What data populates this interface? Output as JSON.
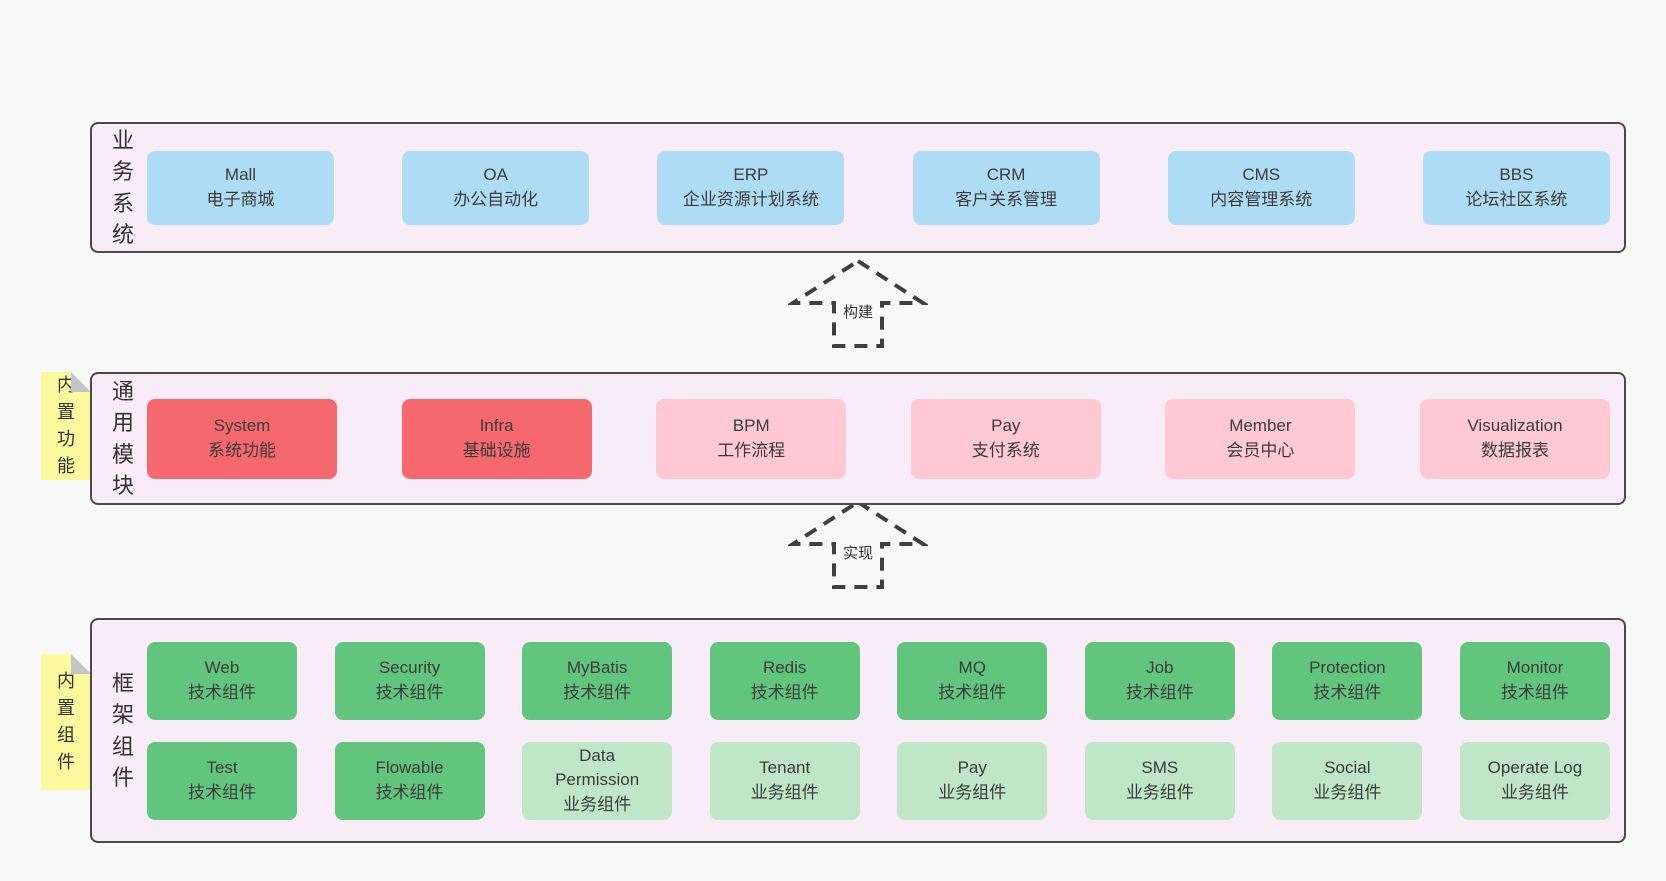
{
  "colors": {
    "page-bg": "#f8f8f8",
    "band-bg": "#f8edf6",
    "band-border": "#4a4a4a",
    "blue": "#aedcf5",
    "red": "#f5696e",
    "pink": "#fec9d2",
    "green": "#62c57d",
    "green-light": "#bfe6c6",
    "yellow": "#fbf99e",
    "fold-gray": "#c5c5c7",
    "text": "#3b3b3b",
    "arrow": "#3f3f3f"
  },
  "bands": {
    "business": {
      "label": "业务系统",
      "rows": [
        [
          {
            "name": "Mall",
            "desc": "电子商城"
          },
          {
            "name": "OA",
            "desc": "办公自动化"
          },
          {
            "name": "ERP",
            "desc": "企业资源计划系统"
          },
          {
            "name": "CRM",
            "desc": "客户关系管理"
          },
          {
            "name": "CMS",
            "desc": "内容管理系统"
          },
          {
            "name": "BBS",
            "desc": "论坛社区系统"
          }
        ]
      ]
    },
    "modules": {
      "label": "通用模块",
      "sticky": "内置功能",
      "rows": [
        [
          {
            "name": "System",
            "desc": "系统功能"
          },
          {
            "name": "Infra",
            "desc": "基础设施"
          },
          {
            "name": "BPM",
            "desc": "工作流程"
          },
          {
            "name": "Pay",
            "desc": "支付系统"
          },
          {
            "name": "Member",
            "desc": "会员中心"
          },
          {
            "name": "Visualization",
            "desc": "数据报表"
          }
        ]
      ]
    },
    "framework": {
      "label": "框架组件",
      "sticky": "内置组件",
      "rows": [
        [
          {
            "name": "Web",
            "desc": "技术组件"
          },
          {
            "name": "Security",
            "desc": "技术组件"
          },
          {
            "name": "MyBatis",
            "desc": "技术组件"
          },
          {
            "name": "Redis",
            "desc": "技术组件"
          },
          {
            "name": "MQ",
            "desc": "技术组件"
          },
          {
            "name": "Job",
            "desc": "技术组件"
          },
          {
            "name": "Protection",
            "desc": "技术组件"
          },
          {
            "name": "Monitor",
            "desc": "技术组件"
          }
        ],
        [
          {
            "name": "Test",
            "desc": "技术组件"
          },
          {
            "name": "Flowable",
            "desc": "技术组件"
          },
          {
            "name": "Data Permission",
            "desc": "业务组件"
          },
          {
            "name": "Tenant",
            "desc": "业务组件"
          },
          {
            "name": "Pay",
            "desc": "业务组件"
          },
          {
            "name": "SMS",
            "desc": "业务组件"
          },
          {
            "name": "Social",
            "desc": "业务组件"
          },
          {
            "name": "Operate Log",
            "desc": "业务组件"
          }
        ]
      ]
    }
  },
  "arrows": {
    "build": {
      "label": "构建"
    },
    "implement": {
      "label": "实现"
    }
  }
}
